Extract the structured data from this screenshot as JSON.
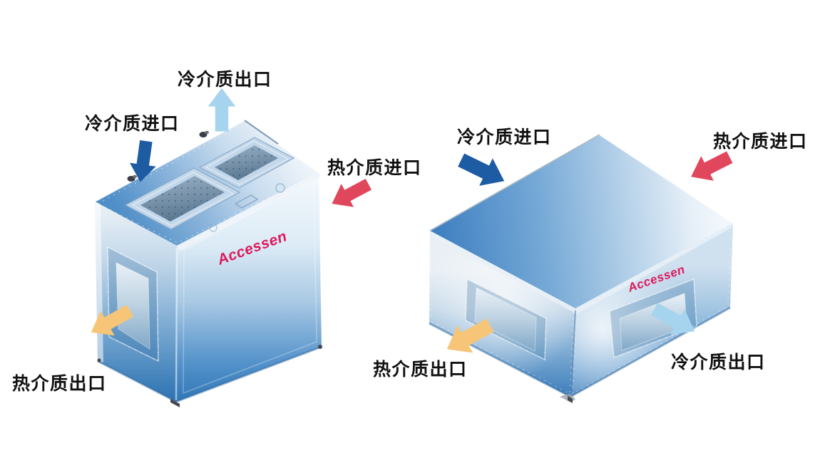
{
  "figure": {
    "background": "#ffffff"
  },
  "brand": {
    "logo_text": "Accessen",
    "logo_color": "#dd1a5c"
  },
  "colors": {
    "cold_inlet_arrow": "#1d5ca3",
    "cold_outlet_arrow": "#a6d4ee",
    "hot_inlet_arrow": "#e0475c",
    "hot_outlet_arrow": "#f6c577",
    "label_text": "#111111"
  },
  "units": {
    "left": {
      "labels": {
        "cold_outlet": "冷介质出口",
        "cold_inlet": "冷介质进口",
        "hot_inlet": "热介质进口",
        "hot_outlet": "热介质出口"
      }
    },
    "right": {
      "labels": {
        "cold_inlet": "冷介质进口",
        "hot_inlet": "热介质进口",
        "hot_outlet": "热介质出口",
        "cold_outlet": "冷介质出口"
      }
    }
  }
}
